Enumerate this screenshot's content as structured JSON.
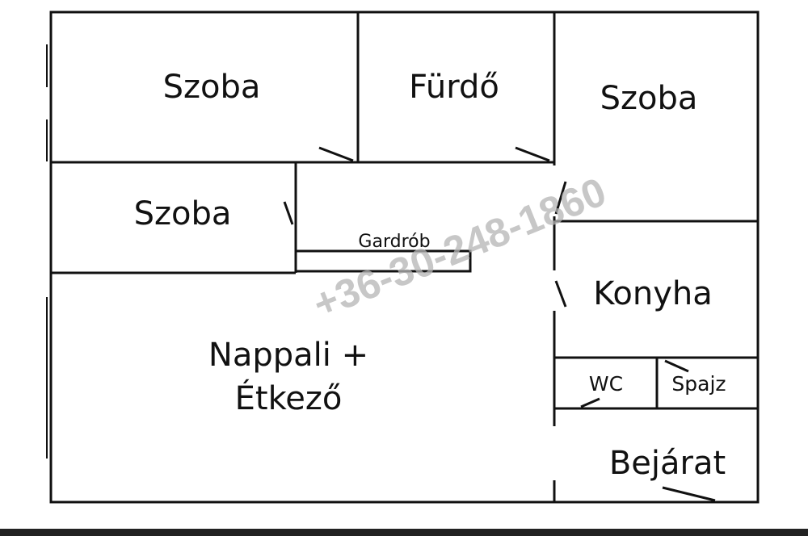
{
  "rooms": {
    "szoba_top_left": "Szoba",
    "furdo": "Fürdő",
    "szoba_top_right": "Szoba",
    "szoba_mid_left": "Szoba",
    "gardrob": "Gardrób",
    "konyha": "Konyha",
    "nappali_line1": "Nappali +",
    "nappali_line2": "Étkező",
    "wc": "WC",
    "spajz": "Spajz",
    "bejarat": "Bejárat"
  },
  "watermark": {
    "phone": "+36-30-248-1860"
  },
  "colors": {
    "walls": "#111111",
    "background": "#ffffff",
    "watermark": "#b5b5b5"
  }
}
